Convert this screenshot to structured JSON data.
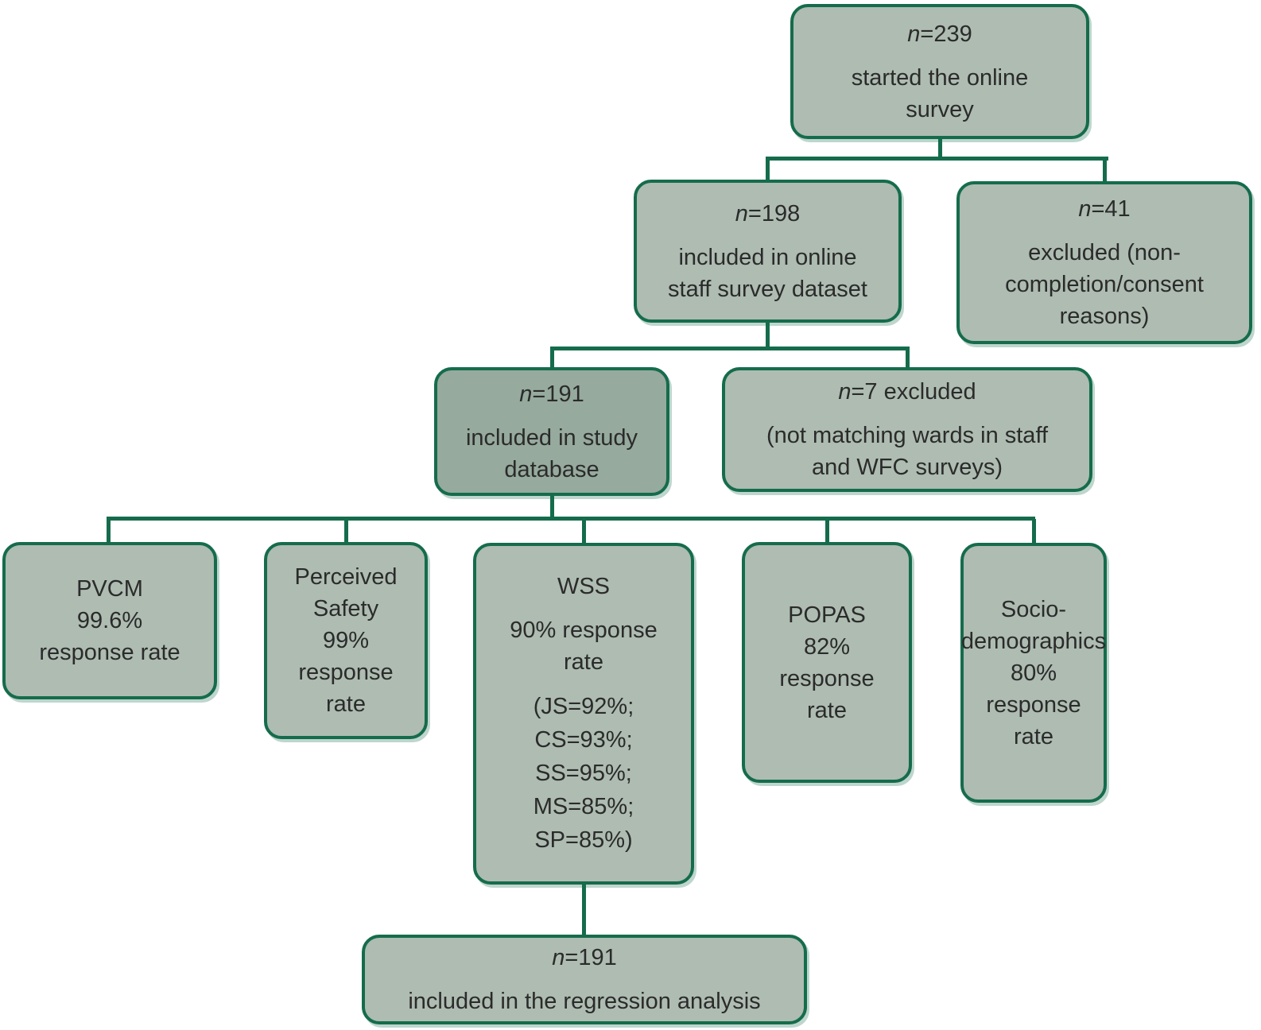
{
  "colors": {
    "box_fill": "#aebcb2",
    "box_fill_highlight": "#96aa9e",
    "border_and_lines": "#156c4c",
    "text": "#2b2b2b",
    "background": "#ffffff"
  },
  "nodes": {
    "started": {
      "n_italic": "n",
      "n_rest": "=239",
      "body": [
        "started the online",
        "survey"
      ]
    },
    "included_online": {
      "n_italic": "n",
      "n_rest": "=198",
      "body": [
        "included in online",
        "staff survey dataset"
      ]
    },
    "excluded_41": {
      "n_italic": "n",
      "n_rest": "=41",
      "body": [
        "excluded (non-",
        "completion/consent",
        "reasons)"
      ]
    },
    "study_database": {
      "n_italic": "n",
      "n_rest": "=191",
      "body": [
        "included in study",
        "database"
      ]
    },
    "excluded_7": {
      "n_italic": "n",
      "n_rest": "=7 excluded",
      "body": [
        "(not matching wards in staff",
        "and WFC surveys)"
      ]
    },
    "pvcm": {
      "lines": [
        "PVCM",
        "99.6%",
        "response rate"
      ]
    },
    "perceived_safety": {
      "lines": [
        "Perceived",
        "Safety",
        "99%",
        "response",
        "rate"
      ]
    },
    "wss": {
      "title": "WSS",
      "sub": [
        "90% response",
        "rate"
      ],
      "details": [
        "(JS=92%;",
        "CS=93%;",
        "SS=95%;",
        "MS=85%;",
        "SP=85%)"
      ]
    },
    "popas": {
      "lines": [
        "POPAS",
        "82%",
        "response",
        "rate"
      ]
    },
    "socio_demographics": {
      "lines": [
        "Socio-",
        "demographics",
        "80%",
        "response",
        "rate"
      ]
    },
    "regression": {
      "n_italic": "n",
      "n_rest": "=191",
      "body": [
        "included in the regression analysis"
      ]
    }
  }
}
